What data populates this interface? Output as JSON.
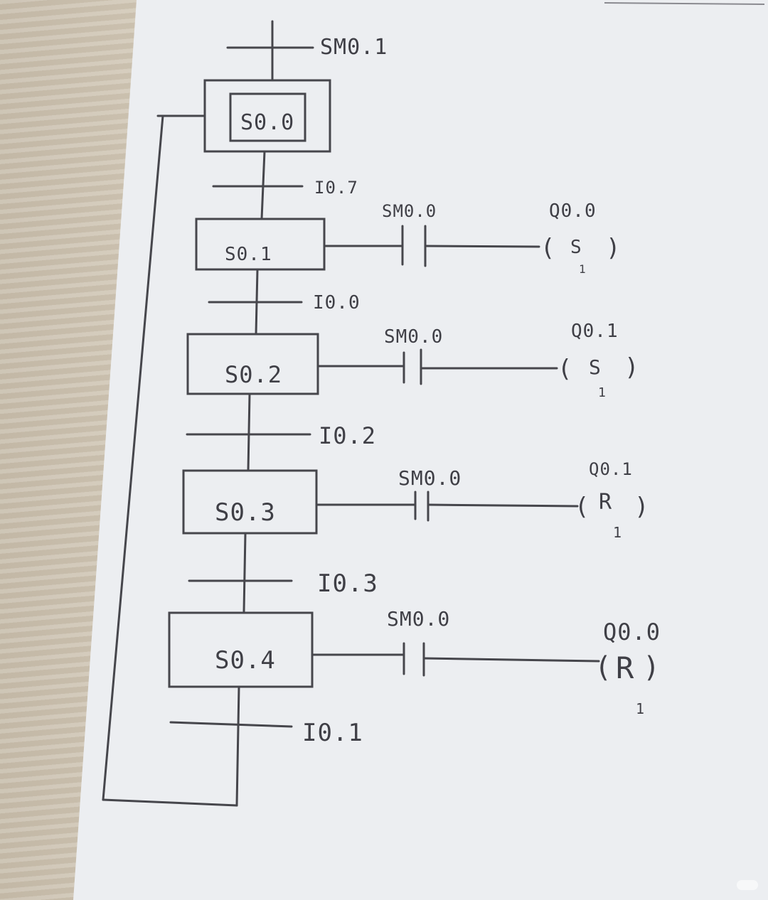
{
  "diagram": {
    "init_transition": "SM0.1",
    "steps": [
      {
        "label": "S0.0"
      },
      {
        "label": "S0.1",
        "contact": "SM0.0",
        "coil": "Q0.0",
        "action": "S",
        "count": "1"
      },
      {
        "label": "S0.2",
        "contact": "SM0.0",
        "coil": "Q0.1",
        "action": "S",
        "count": "1"
      },
      {
        "label": "S0.3",
        "contact": "SM0.0",
        "coil": "Q0.1",
        "action": "R",
        "count": "1"
      },
      {
        "label": "S0.4",
        "contact": "SM0.0",
        "coil": "Q0.0",
        "action": "R",
        "count": "1"
      }
    ],
    "transitions": [
      "I0.7",
      "I0.0",
      "I0.2",
      "I0.3",
      "I0.1"
    ]
  },
  "colors": {
    "pencil": "#46464c",
    "paper": "#eceef1"
  }
}
